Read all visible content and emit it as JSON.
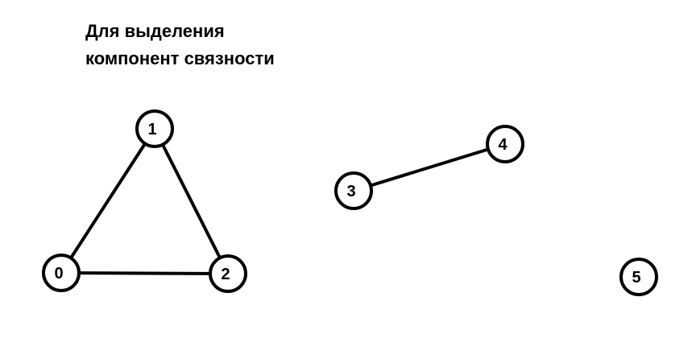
{
  "caption": {
    "line1": "Для выделения",
    "line2": "компонент связности"
  },
  "graph": {
    "colors": {
      "stroke": "#000000",
      "fill": "#ffffff"
    },
    "nodes": [
      {
        "id": "0",
        "label": "0"
      },
      {
        "id": "1",
        "label": "1"
      },
      {
        "id": "2",
        "label": "2"
      },
      {
        "id": "3",
        "label": "3"
      },
      {
        "id": "4",
        "label": "4"
      },
      {
        "id": "5",
        "label": "5"
      }
    ],
    "edges": [
      {
        "from": "0",
        "to": "1"
      },
      {
        "from": "1",
        "to": "2"
      },
      {
        "from": "0",
        "to": "2"
      },
      {
        "from": "3",
        "to": "4"
      }
    ]
  }
}
